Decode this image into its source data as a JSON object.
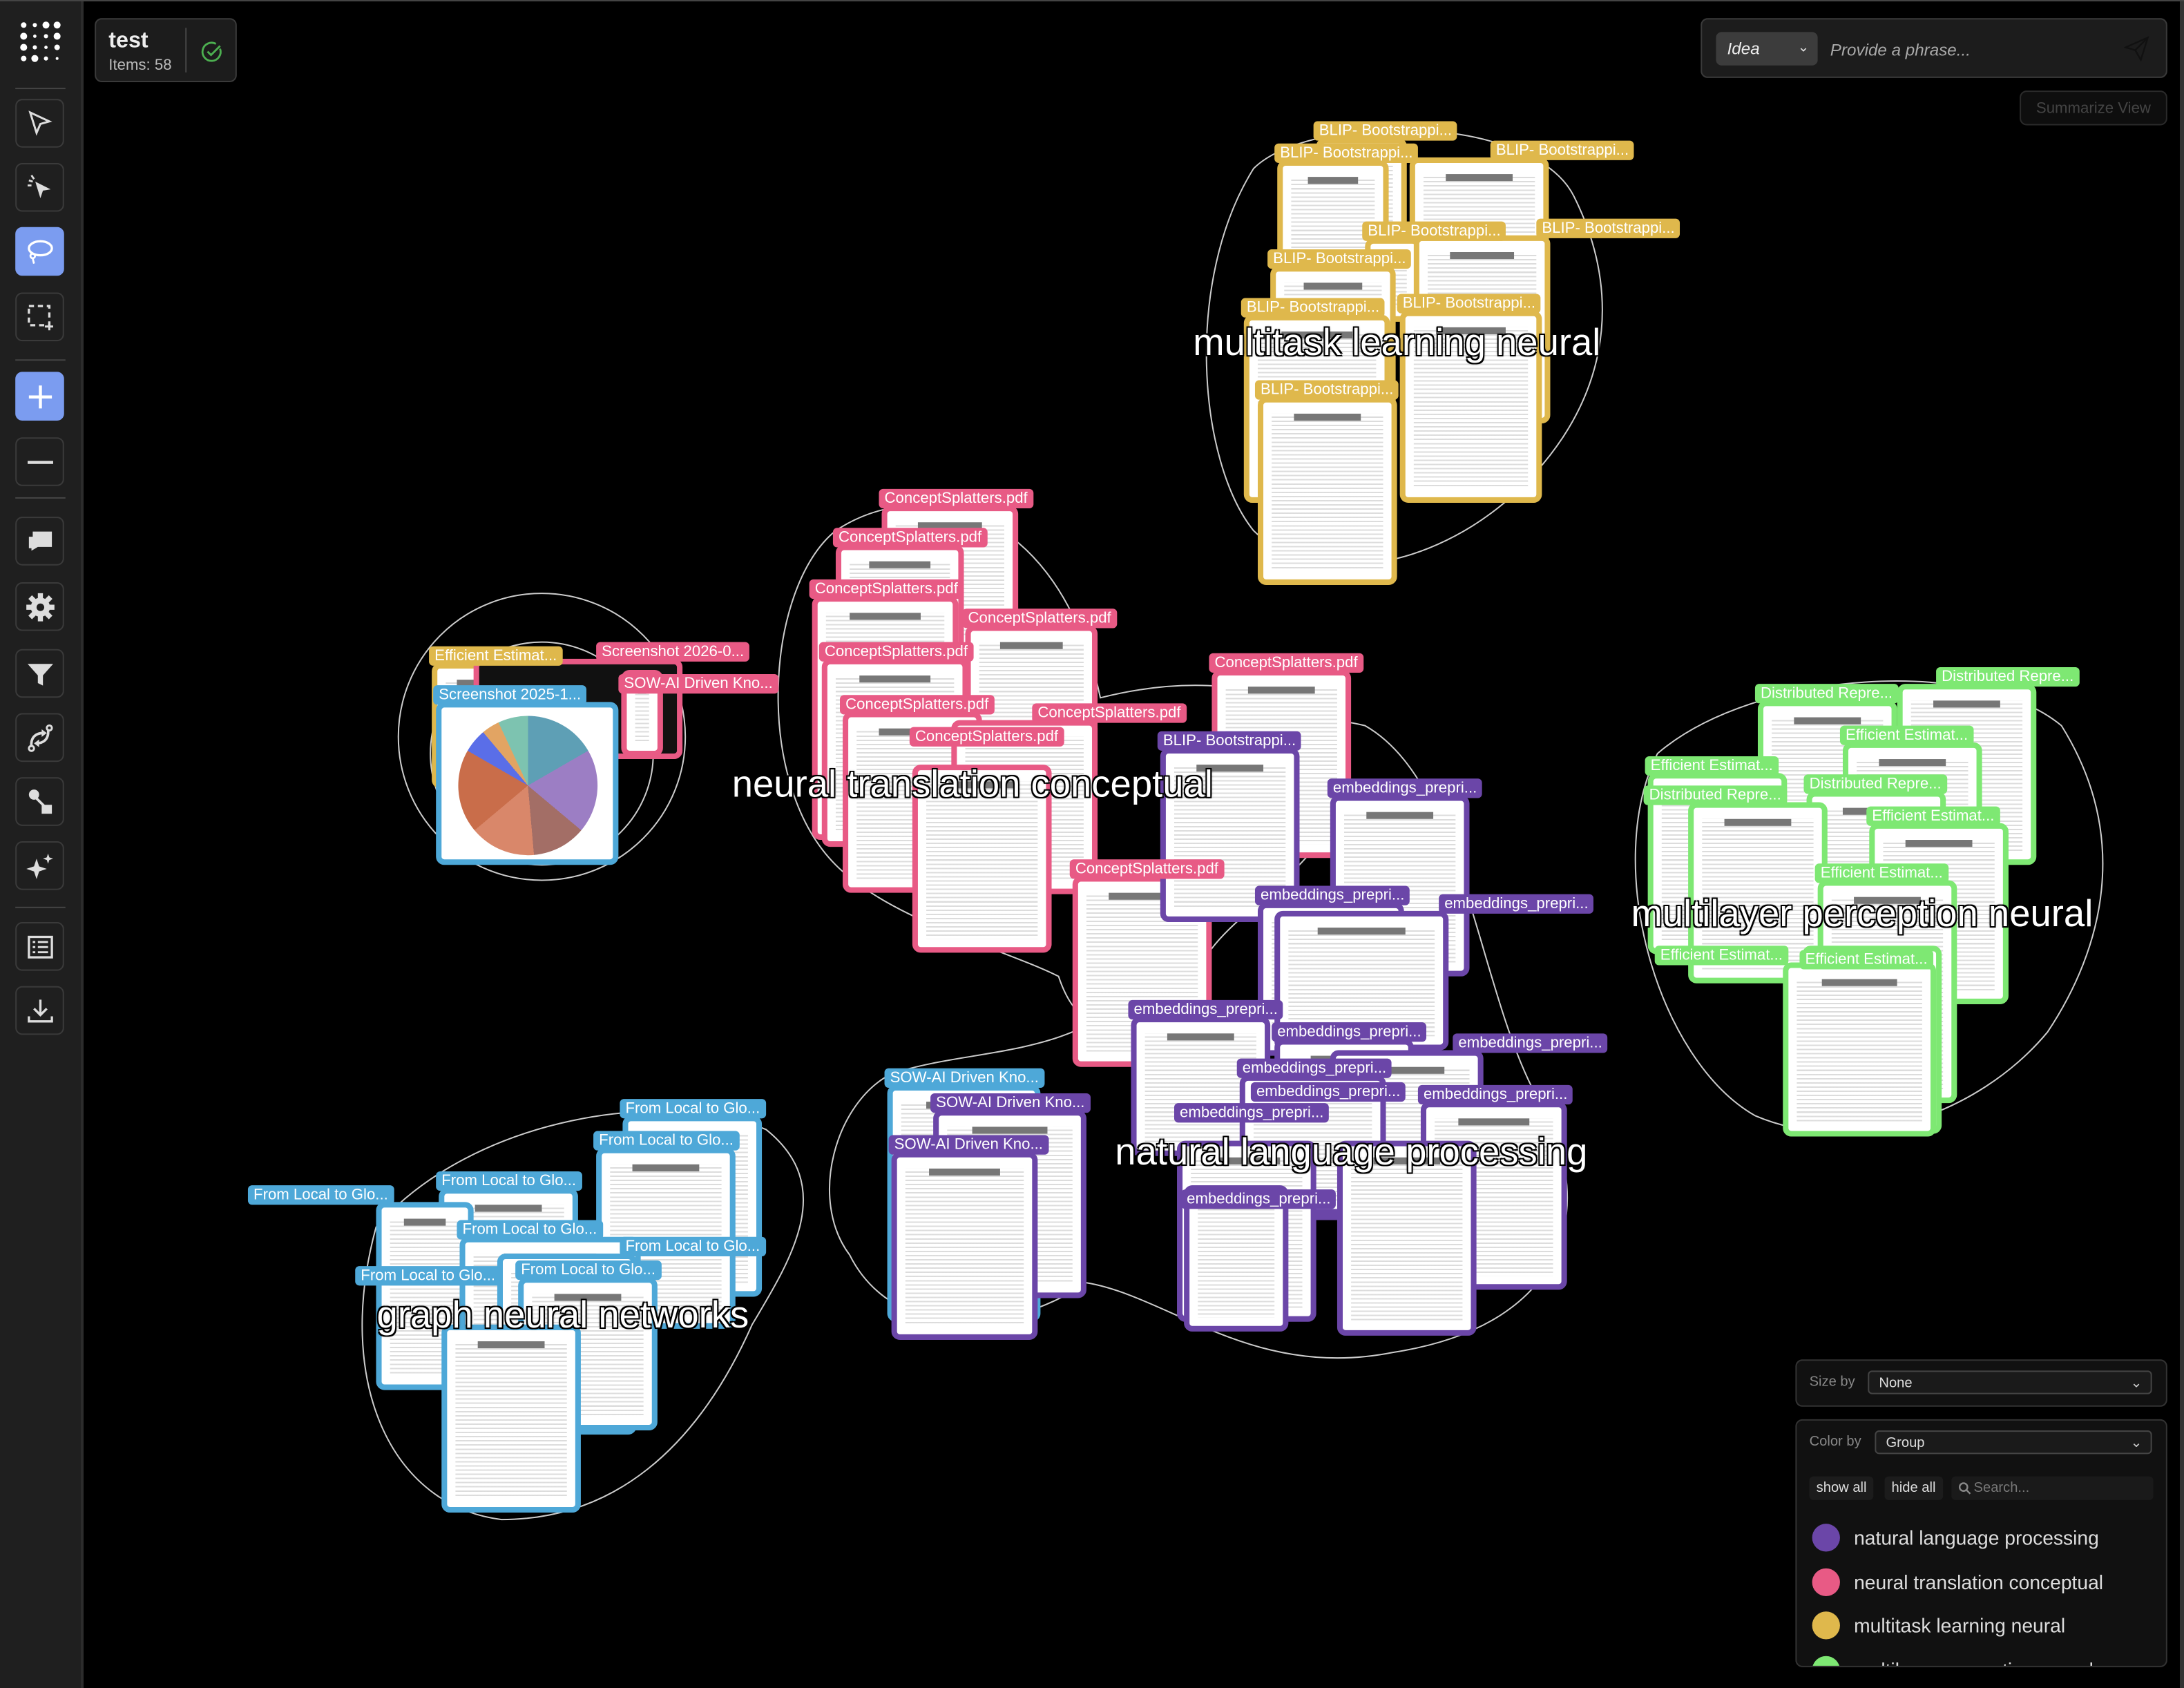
{
  "header": {
    "title": "test",
    "items_label": "Items: 58",
    "status_icon": "check-circle-icon",
    "status_color": "#4caf50"
  },
  "query": {
    "mode": "Idea",
    "placeholder": "Provide a phrase...",
    "send_icon": "paper-plane-icon",
    "summarize_label": "Summarize View"
  },
  "sidebar": {
    "tools": [
      {
        "name": "pointer-select",
        "icon": "cursor-arrow-icon",
        "active": false
      },
      {
        "name": "click-select",
        "icon": "cursor-click-icon",
        "active": false
      },
      {
        "name": "lasso-select",
        "icon": "lasso-icon",
        "active": true
      },
      {
        "name": "box-select",
        "icon": "box-select-icon",
        "active": false
      },
      {
        "name": "zoom-in",
        "icon": "plus-icon",
        "active": true
      },
      {
        "name": "zoom-out",
        "icon": "minus-icon",
        "active": false
      },
      {
        "name": "comments",
        "icon": "chat-icon",
        "active": false
      },
      {
        "name": "settings",
        "icon": "gear-icon",
        "active": false
      },
      {
        "name": "filter",
        "icon": "funnel-icon",
        "active": false
      },
      {
        "name": "route",
        "icon": "route-icon",
        "active": false
      },
      {
        "name": "transform",
        "icon": "shape-move-icon",
        "active": false
      },
      {
        "name": "ai-sparkle",
        "icon": "sparkle-icon",
        "active": false
      },
      {
        "name": "list-view",
        "icon": "list-icon",
        "active": false
      },
      {
        "name": "download",
        "icon": "download-icon",
        "active": false
      }
    ]
  },
  "groups": [
    {
      "name": "natural language processing",
      "color": "#6b46a8"
    },
    {
      "name": "neural translation conceptual",
      "color": "#e85a85"
    },
    {
      "name": "multitask learning neural",
      "color": "#dfb84c"
    },
    {
      "name": "multilayer perception neural",
      "color": "#7ee873"
    },
    {
      "name": "graph neural networks",
      "color": "#4ea8d8"
    }
  ],
  "items": [
    {
      "label": "BLIP- Bootstrappi...",
      "group": 2
    },
    {
      "label": "BLIP- Bootstrappi...",
      "group": 2
    },
    {
      "label": "BLIP- Bootstrappi...",
      "group": 2
    },
    {
      "label": "BLIP- Bootstrappi...",
      "group": 2
    },
    {
      "label": "BLIP- Bootstrappi...",
      "group": 2
    },
    {
      "label": "BLIP- Bootstrappi...",
      "group": 2
    },
    {
      "label": "BLIP- Bootstrappi...",
      "group": 2
    },
    {
      "label": "BLIP- Bootstrappi...",
      "group": 2
    },
    {
      "label": "BLIP- Bootstrappi...",
      "group": 2
    },
    {
      "label": "ConceptSplatters.pdf",
      "group": 1
    },
    {
      "label": "ConceptSplatters.pdf",
      "group": 1
    },
    {
      "label": "ConceptSplatters.pdf",
      "group": 1
    },
    {
      "label": "ConceptSplatters.pdf",
      "group": 1
    },
    {
      "label": "ConceptSplatters.pdf",
      "group": 1
    },
    {
      "label": "ConceptSplatters.pdf",
      "group": 1
    },
    {
      "label": "ConceptSplatters.pdf",
      "group": 1
    },
    {
      "label": "ConceptSplatters.pdf",
      "group": 1
    },
    {
      "label": "ConceptSplatters.pdf",
      "group": 1
    },
    {
      "label": "ConceptSplatters.pdf",
      "group": 1
    },
    {
      "label": "Efficient Estimat...",
      "group": 2
    },
    {
      "label": "Screenshot 2026-0...",
      "group": 1
    },
    {
      "label": "SOW-AI Driven Kno...",
      "group": 1
    },
    {
      "label": "Screenshot 2025-1...",
      "group": 4
    },
    {
      "label": "BLIP- Bootstrappi...",
      "group": 0
    },
    {
      "label": "embeddings_prepri...",
      "group": 0
    },
    {
      "label": "embeddings_prepri...",
      "group": 0
    },
    {
      "label": "embeddings_prepri...",
      "group": 0
    },
    {
      "label": "embeddings_prepri...",
      "group": 0
    },
    {
      "label": "embeddings_prepri...",
      "group": 0
    },
    {
      "label": "embeddings_prepri...",
      "group": 0
    },
    {
      "label": "embeddings_prepri...",
      "group": 0
    },
    {
      "label": "embeddings_prepri...",
      "group": 0
    },
    {
      "label": "embeddings_prepri...",
      "group": 0
    },
    {
      "label": "embeddings_prepri...",
      "group": 0
    },
    {
      "label": "embeddings_prepri...",
      "group": 0
    },
    {
      "label": "SOW-AI Driven Kno...",
      "group": 4
    },
    {
      "label": "SOW-AI Driven Kno...",
      "group": 0
    },
    {
      "label": "SOW-AI Driven Kno...",
      "group": 0
    },
    {
      "label": "From Local to Glo...",
      "group": 4
    },
    {
      "label": "From Local to Glo...",
      "group": 4
    },
    {
      "label": "From Local to Glo...",
      "group": 4
    },
    {
      "label": "From Local to Glo...",
      "group": 4
    },
    {
      "label": "From Local to Glo...",
      "group": 4
    },
    {
      "label": "From Local to Glo...",
      "group": 4
    },
    {
      "label": "From Local to Glo...",
      "group": 4
    },
    {
      "label": "From Local to Glo...",
      "group": 4
    },
    {
      "label": "Distributed Repre...",
      "group": 3
    },
    {
      "label": "Distributed Repre...",
      "group": 3
    },
    {
      "label": "Efficient Estimat...",
      "group": 3
    },
    {
      "label": "Efficient Estimat...",
      "group": 3
    },
    {
      "label": "Distributed Repre...",
      "group": 3
    },
    {
      "label": "Distributed Repre...",
      "group": 3
    },
    {
      "label": "Efficient Estimat...",
      "group": 3
    },
    {
      "label": "Efficient Estimat...",
      "group": 3
    },
    {
      "label": "Efficient Estimat...",
      "group": 3
    },
    {
      "label": "Efficient Estimat...",
      "group": 3
    }
  ],
  "cluster_labels": [
    "multitask learning neural",
    "neural translation conceptual",
    "multilayer perception neural",
    "natural language processing",
    "graph neural networks"
  ],
  "panel": {
    "size_by_label": "Size by",
    "size_by_value": "None",
    "color_by_label": "Color by",
    "color_by_value": "Group",
    "show_all": "show all",
    "hide_all": "hide all",
    "search_placeholder": "Search..."
  }
}
